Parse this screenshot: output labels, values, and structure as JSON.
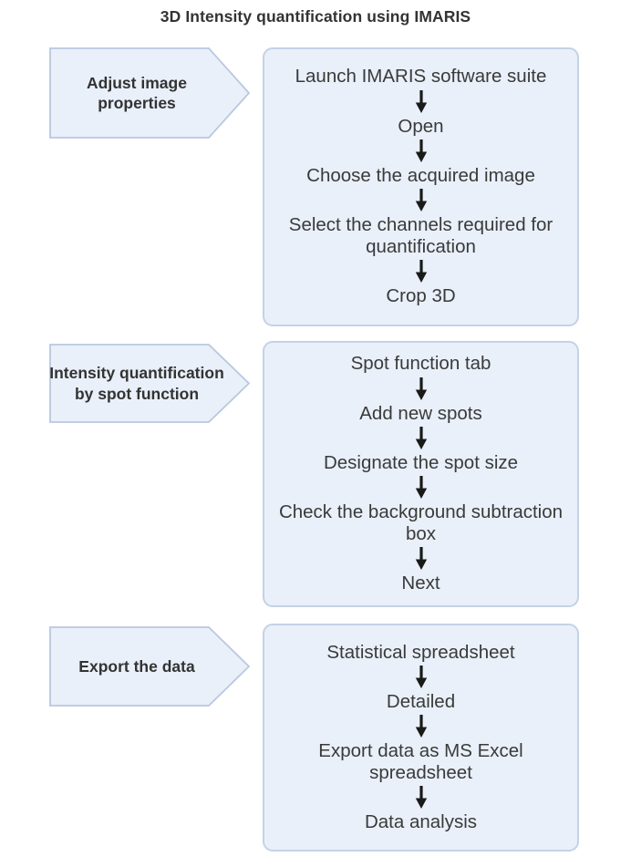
{
  "title": "3D Intensity quantification using IMARIS",
  "colors": {
    "fill": "#e9f0fa",
    "box_border": "#c4d2e6",
    "chevron_border": "#b9c8e0",
    "text": "#3a3a3a",
    "title_text": "#333333",
    "arrow": "#1a1a1a",
    "background": "#ffffff"
  },
  "arrow_icon": "down-arrow-icon",
  "sections": [
    {
      "stage_label": "Adjust image properties",
      "steps": [
        "Launch IMARIS software suite",
        "Open",
        "Choose the acquired image",
        "Select the channels required for quantification",
        "Crop 3D"
      ]
    },
    {
      "stage_label": "Intensity quantification by spot function",
      "steps": [
        "Spot function tab",
        "Add new spots",
        "Designate the spot size",
        "Check the background subtraction box",
        "Next"
      ]
    },
    {
      "stage_label": "Export the data",
      "steps": [
        "Statistical spreadsheet",
        "Detailed",
        "Export data as MS Excel spreadsheet",
        "Data analysis"
      ]
    }
  ]
}
